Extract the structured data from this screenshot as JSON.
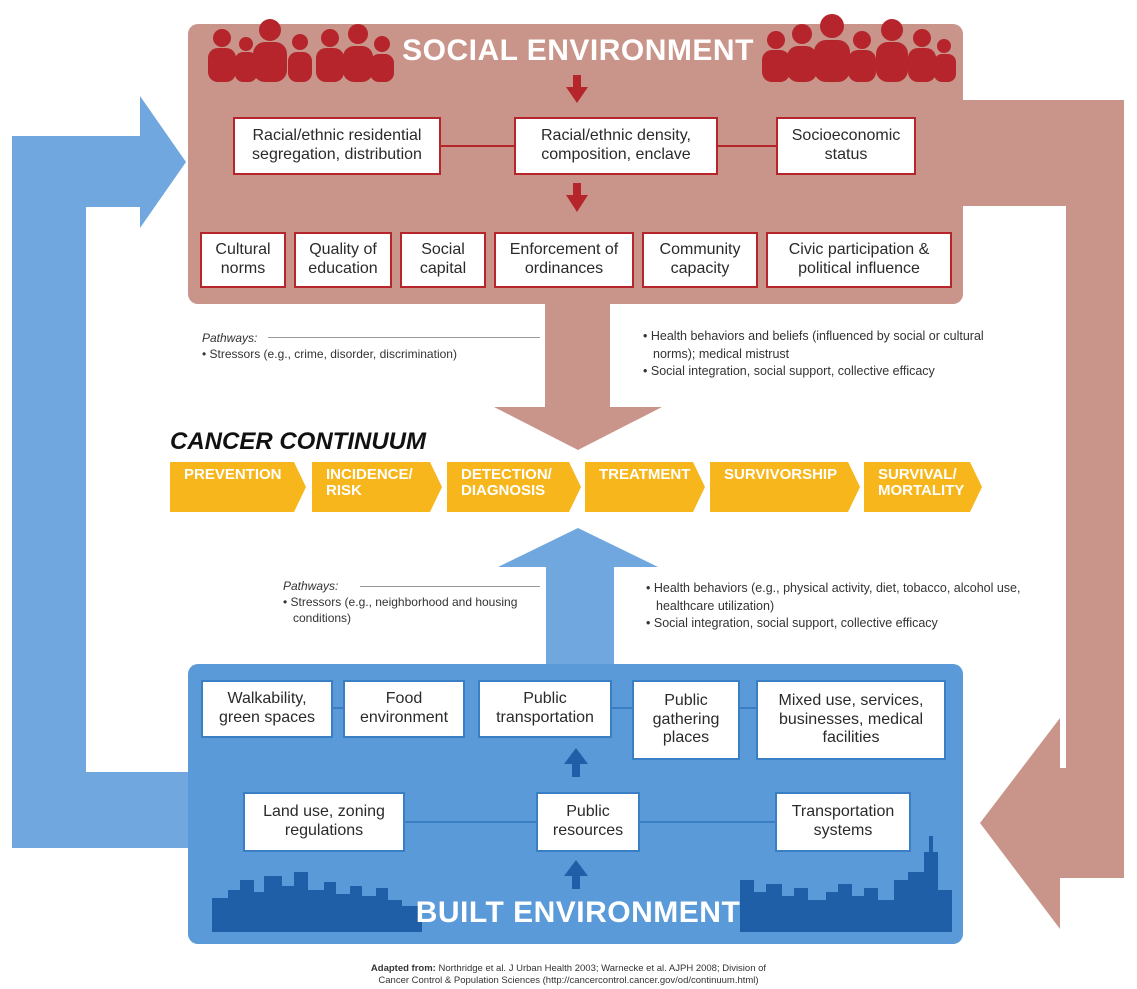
{
  "social": {
    "title": "SOCIAL ENVIRONMENT",
    "row1": [
      "Racial/ethnic residential segregation, distribution",
      "Racial/ethnic density, composition, enclave",
      "Socioeconomic status"
    ],
    "row2": [
      "Cultural norms",
      "Quality of education",
      "Social capital",
      "Enforcement of ordinances",
      "Community capacity",
      "Civic participation & political influence"
    ]
  },
  "social_pathways": {
    "heading": "Pathways:",
    "left_items": [
      "Stressors (e.g., crime, disorder, discrimination)"
    ],
    "right_items": [
      "Health behaviors and beliefs (influenced by social or cultural norms); medical mistrust",
      "Social integration, social support, collective efficacy"
    ]
  },
  "cancer_continuum": {
    "title": "CANCER CONTINUUM",
    "stages": [
      [
        "PREVENTION"
      ],
      [
        "INCIDENCE/",
        "RISK"
      ],
      [
        "DETECTION/",
        "DIAGNOSIS"
      ],
      [
        "TREATMENT"
      ],
      [
        "SURVIVORSHIP"
      ],
      [
        "SURVIVAL/",
        "MORTALITY"
      ]
    ]
  },
  "built_pathways": {
    "heading": "Pathways:",
    "left_items": [
      "Stressors (e.g., neighborhood and housing conditions)"
    ],
    "right_items": [
      "Health behaviors (e.g., physical activity, diet, tobacco, alcohol use, healthcare utilization)",
      "Social integration, social support, collective efficacy"
    ]
  },
  "built": {
    "title": "BUILT ENVIRONMENT",
    "row1": [
      "Walkability, green spaces",
      "Food environment",
      "Public transportation",
      "Public gathering places",
      "Mixed use, services, businesses, medical facilities"
    ],
    "row2": [
      "Land use, zoning regulations",
      "Public resources",
      "Transportation systems"
    ]
  },
  "footer": {
    "bold": "Adapted from:",
    "line1": "Northridge et al. J Urban Health 2003; Warnecke et al. AJPH 2008; Division of",
    "line2": "Cancer Control & Population Sciences (http://cancercontrol.cancer.gov/od/continuum.html)"
  },
  "colors": {
    "social_bg": "#c9958a",
    "social_border": "#b5252b",
    "built_bg": "#5b9ad8",
    "built_border": "#3a7fc4",
    "blue_arrow": "#6fa7de",
    "continuum": "#f7b61c"
  },
  "icons": [
    "people-silhouette-icon",
    "people-silhouette-icon",
    "city-skyline-icon",
    "city-skyline-icon",
    "down-arrow-icon",
    "up-arrow-icon"
  ]
}
